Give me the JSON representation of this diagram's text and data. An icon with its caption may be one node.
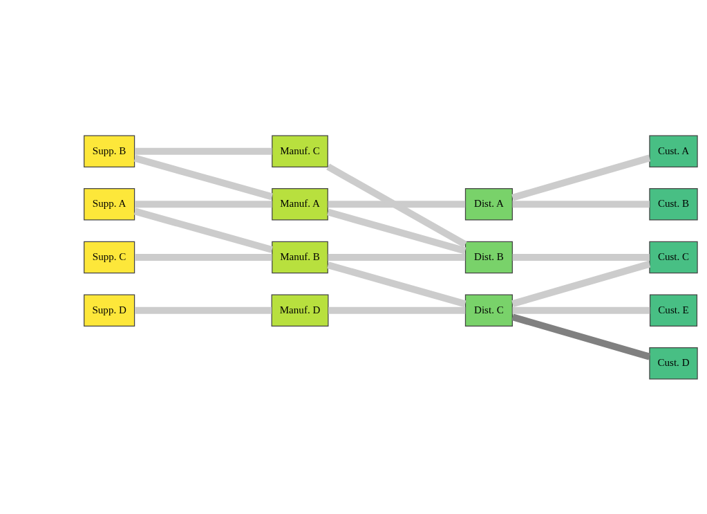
{
  "diagram": {
    "nodes": [
      {
        "text": [
          "Supp. A"
        ]
      },
      {
        "text": [
          "Supp. B"
        ]
      },
      {
        "text": [
          "Supp. C"
        ]
      },
      {
        "text": [
          "Supp. D"
        ]
      },
      {
        "text": [
          "Manuf. A"
        ]
      },
      {
        "text": [
          "Manuf. B"
        ]
      },
      {
        "text": [
          "Manuf. C"
        ]
      },
      {
        "text": [
          "Manuf. D"
        ]
      },
      {
        "text": [
          "Dist. B"
        ]
      },
      {
        "text": [
          "Dist. A"
        ]
      },
      {
        "text": [
          "Dist. C"
        ]
      },
      {
        "text": [
          "Cust. C"
        ]
      },
      {
        "text": [
          "Cust. A"
        ]
      },
      {
        "text": [
          "Cust. B"
        ]
      },
      {
        "text": [
          "Cust. D"
        ]
      },
      {
        "text": [
          "Cust. E"
        ]
      }
    ],
    "edges": [
      {
        "from": 0,
        "to": 4,
        "arrow": "none"
      },
      {
        "from": 0,
        "to": 5,
        "arrow": "none"
      },
      {
        "from": 1,
        "to": 4,
        "arrow": "none"
      },
      {
        "from": 1,
        "to": 6,
        "arrow": "none"
      },
      {
        "from": 2,
        "to": 5,
        "arrow": "none"
      },
      {
        "from": 3,
        "to": 7,
        "arrow": "none"
      },
      {
        "from": 4,
        "to": 8,
        "arrow": "none"
      },
      {
        "from": 4,
        "to": 9,
        "arrow": "none"
      },
      {
        "from": 5,
        "to": 8,
        "arrow": "none"
      },
      {
        "from": 5,
        "to": 10,
        "arrow": "none"
      },
      {
        "from": 6,
        "to": 8,
        "arrow": "none"
      },
      {
        "from": 7,
        "to": 10,
        "arrow": "none"
      },
      {
        "from": 8,
        "to": 11,
        "arrow": "none"
      },
      {
        "from": 9,
        "to": 12,
        "arrow": "none"
      },
      {
        "from": 9,
        "to": 13,
        "arrow": "none"
      },
      {
        "from": 10,
        "to": 11,
        "arrow": "none"
      },
      {
        "from": 10,
        "to": 14,
        "arrow": "none",
        "color": "#808080"
      },
      {
        "from": 10,
        "to": 15,
        "arrow": "none"
      }
    ]
  }
}
